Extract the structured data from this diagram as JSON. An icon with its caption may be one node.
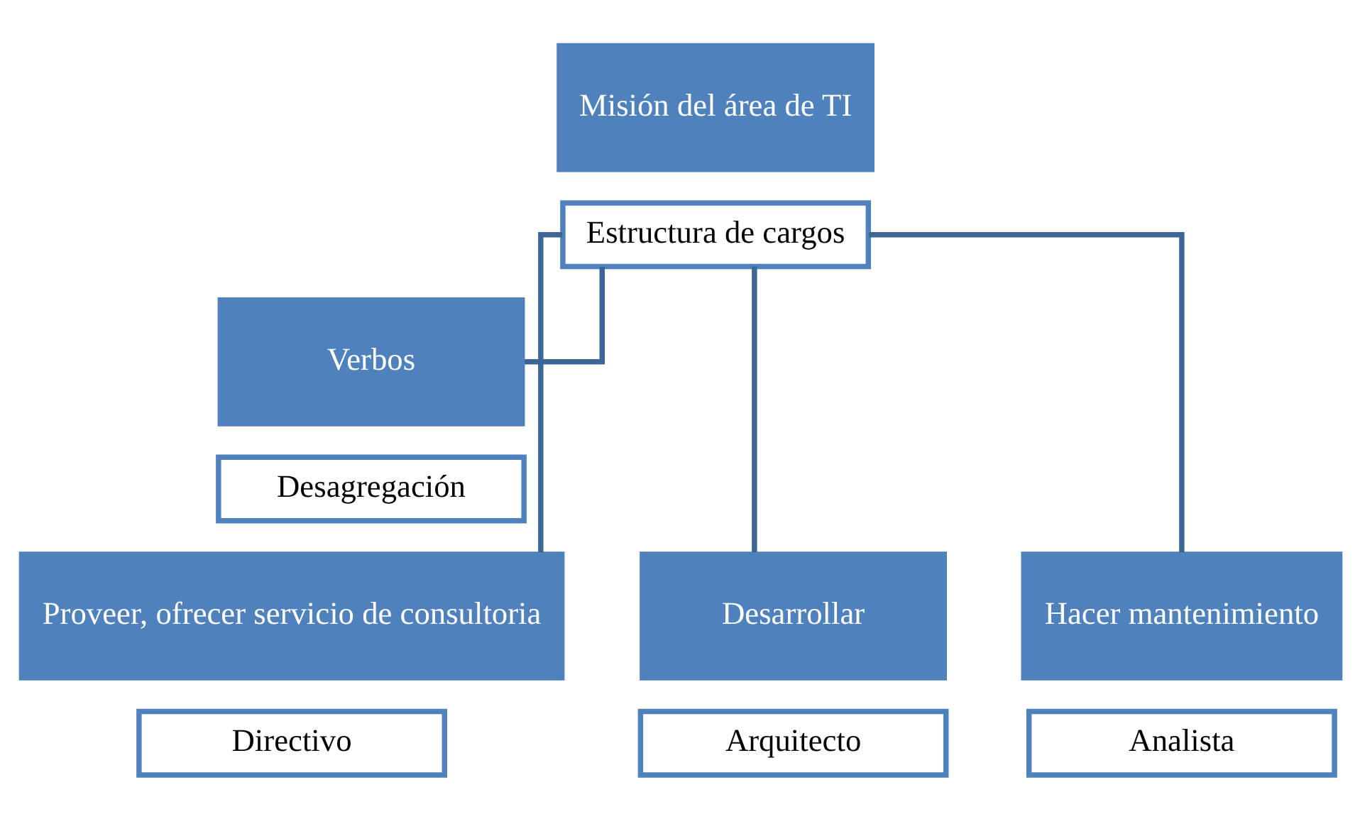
{
  "diagram": {
    "nodes": [
      {
        "text": [
          "Misión del área de TI"
        ]
      },
      {
        "text": [
          "Estructura de cargos"
        ]
      },
      {
        "text": [
          "Verbos"
        ]
      },
      {
        "text": [
          "Desagregación"
        ]
      },
      {
        "text": [
          "Proveer, ofrecer servicio de consultoria"
        ]
      },
      {
        "text": [
          "Directivo"
        ]
      },
      {
        "text": [
          "Desarrollar"
        ]
      },
      {
        "text": [
          "Arquitecto"
        ]
      },
      {
        "text": [
          "Hacer mantenimiento"
        ]
      },
      {
        "text": [
          "Analista"
        ]
      }
    ],
    "edges": [
      {
        "from": 1,
        "to": 2,
        "arrow": "none"
      },
      {
        "from": 1,
        "to": 4,
        "arrow": "none"
      },
      {
        "from": 1,
        "to": 6,
        "arrow": "none"
      },
      {
        "from": 1,
        "to": 8,
        "arrow": "none"
      }
    ]
  }
}
